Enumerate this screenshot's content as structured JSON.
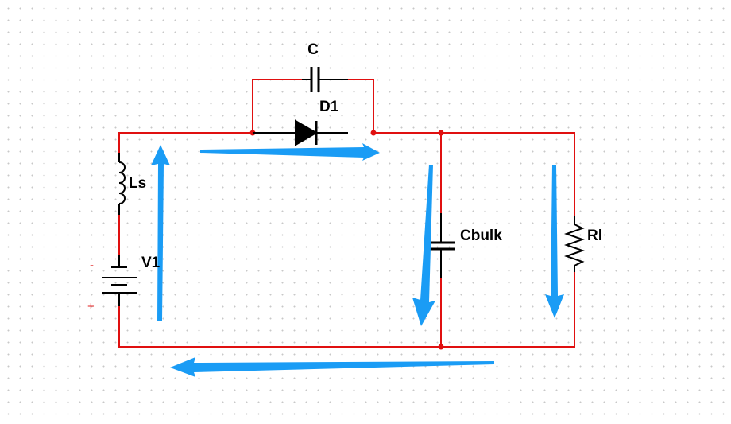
{
  "components": {
    "cap_c": {
      "label": "C"
    },
    "diode": {
      "label": "D1"
    },
    "inductor": {
      "label": "Ls"
    },
    "source": {
      "label": "V1",
      "neg": "-",
      "pos": "+"
    },
    "bulk_cap": {
      "label": "Cbulk"
    },
    "load": {
      "label": "Rl"
    }
  },
  "colors": {
    "wire": "#e01010",
    "component": "#000000",
    "arrow": "#1a9cf5",
    "polarity": "#e02020"
  }
}
